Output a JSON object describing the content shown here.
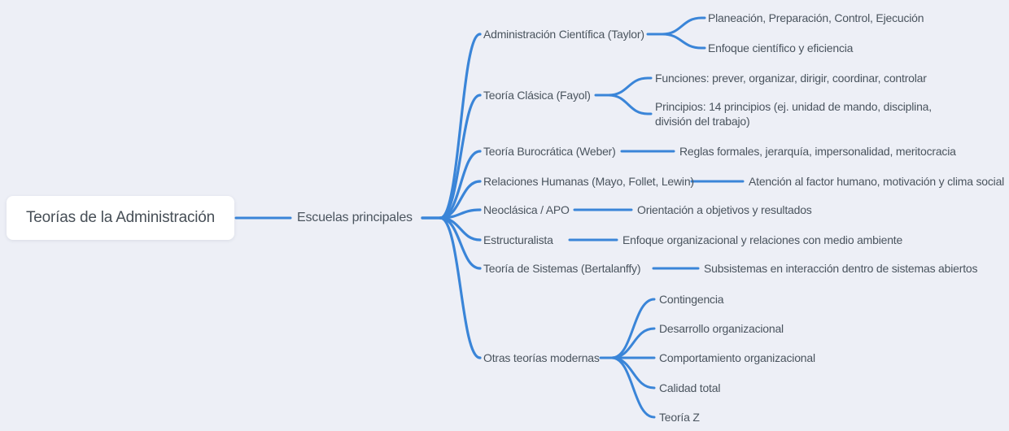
{
  "colors": {
    "accent_line": "#3a85d8",
    "node_text": "#4a545e",
    "background": "#edeff6",
    "root_background": "#ffffff"
  },
  "root": {
    "label": "Teorías de la Administración"
  },
  "hub": {
    "label": "Escuelas principales"
  },
  "branches": [
    {
      "label": "Administración Científica (Taylor)",
      "children": [
        {
          "label": "Planeación, Preparación, Control, Ejecución"
        },
        {
          "label": "Enfoque científico y eficiencia"
        }
      ]
    },
    {
      "label": "Teoría Clásica (Fayol)",
      "children": [
        {
          "label": "Funciones: prever, organizar, dirigir, coordinar, controlar"
        },
        {
          "label": "Principios: 14 principios (ej. unidad de mando, disciplina,\ndivisión del trabajo)"
        }
      ]
    },
    {
      "label": "Teoría Burocrática (Weber)",
      "children": [
        {
          "label": "Reglas formales, jerarquía, impersonalidad, meritocracia"
        }
      ]
    },
    {
      "label": "Relaciones Humanas (Mayo, Follet, Lewin)",
      "children": [
        {
          "label": "Atención al factor humano, motivación y clima social"
        }
      ]
    },
    {
      "label": "Neoclásica / APO",
      "children": [
        {
          "label": "Orientación a objetivos y resultados"
        }
      ]
    },
    {
      "label": "Estructuralista",
      "children": [
        {
          "label": "Enfoque organizacional y relaciones con medio ambiente"
        }
      ]
    },
    {
      "label": "Teoría de Sistemas (Bertalanffy)",
      "children": [
        {
          "label": "Subsistemas en interacción dentro de sistemas abiertos"
        }
      ]
    },
    {
      "label": "Otras teorías modernas",
      "children": [
        {
          "label": "Contingencia"
        },
        {
          "label": "Desarrollo organizacional"
        },
        {
          "label": "Comportamiento organizacional"
        },
        {
          "label": "Calidad total"
        },
        {
          "label": "Teoría Z"
        }
      ]
    }
  ]
}
